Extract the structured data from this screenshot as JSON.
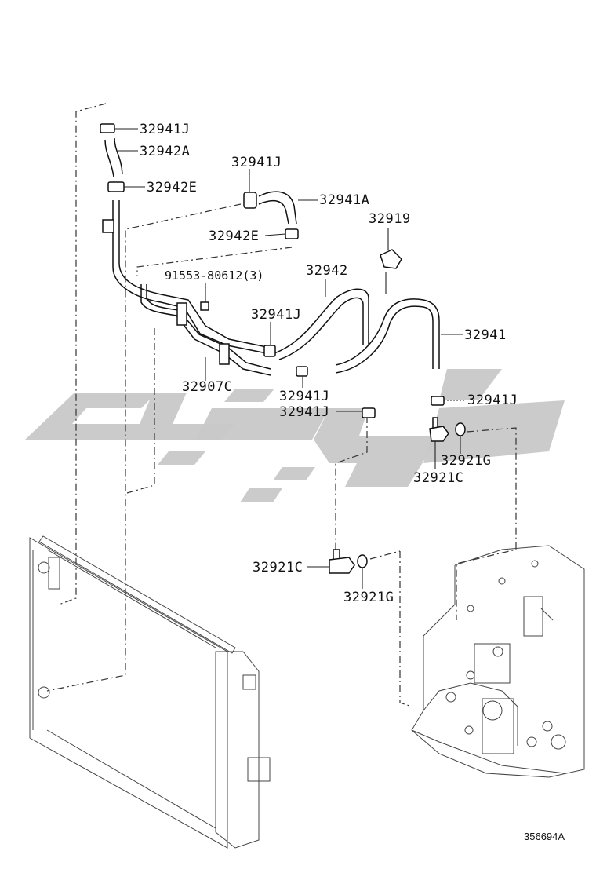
{
  "diagram_ref": "356694A",
  "watermark_text": "",
  "callouts": [
    {
      "id": "c1",
      "label": "32941J"
    },
    {
      "id": "c2",
      "label": "32942A"
    },
    {
      "id": "c3",
      "label": "32942E"
    },
    {
      "id": "c4",
      "label": "32941J"
    },
    {
      "id": "c5",
      "label": "32941A"
    },
    {
      "id": "c6",
      "label": "32919"
    },
    {
      "id": "c7",
      "label": "32942E"
    },
    {
      "id": "c8",
      "label": "91553-80612(3)"
    },
    {
      "id": "c9",
      "label": "32942"
    },
    {
      "id": "c10",
      "label": "32941J"
    },
    {
      "id": "c11",
      "label": "32941"
    },
    {
      "id": "c12",
      "label": "32907C"
    },
    {
      "id": "c13",
      "label": "32941J"
    },
    {
      "id": "c14",
      "label": "32941J"
    },
    {
      "id": "c15",
      "label": "32941J"
    },
    {
      "id": "c16",
      "label": "32921G"
    },
    {
      "id": "c17",
      "label": "32921C"
    },
    {
      "id": "c18",
      "label": "32921C"
    },
    {
      "id": "c19",
      "label": "32921G"
    }
  ]
}
